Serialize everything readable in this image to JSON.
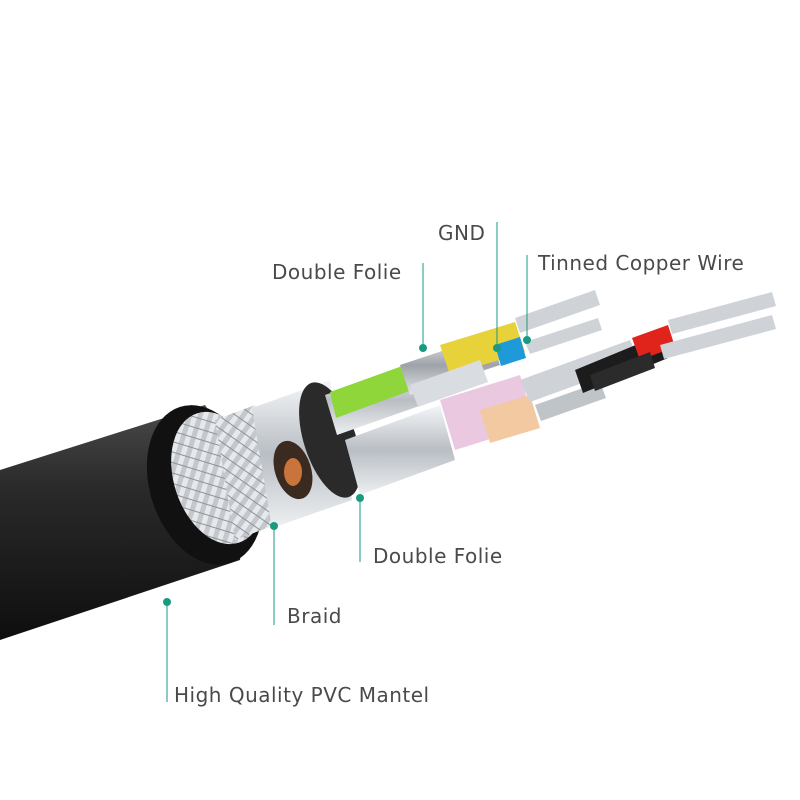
{
  "labels": {
    "gnd": "GND",
    "double_folie_top": "Double Folie",
    "tinned_copper_wire": "Tinned Copper Wire",
    "double_folie_bottom": "Double Folie",
    "braid": "Braid",
    "pvc_mantel": "High Quality PVC Mantel"
  },
  "colors": {
    "leader": "#1a9a80",
    "jacket": "#1e1e1e",
    "braid": "#c9cdd2",
    "foil": "#dfe3e8",
    "green_wire": "#8ed63a",
    "yellow_wire": "#e8d23a",
    "blue_wire": "#1e9ad8",
    "pink_wire": "#eac8e0",
    "peach_wire": "#f2c9a0",
    "red_wire": "#e0241c",
    "black_wire": "#1c1c1c",
    "white_wire": "#f2f2f2",
    "copper": "#c8743a"
  }
}
